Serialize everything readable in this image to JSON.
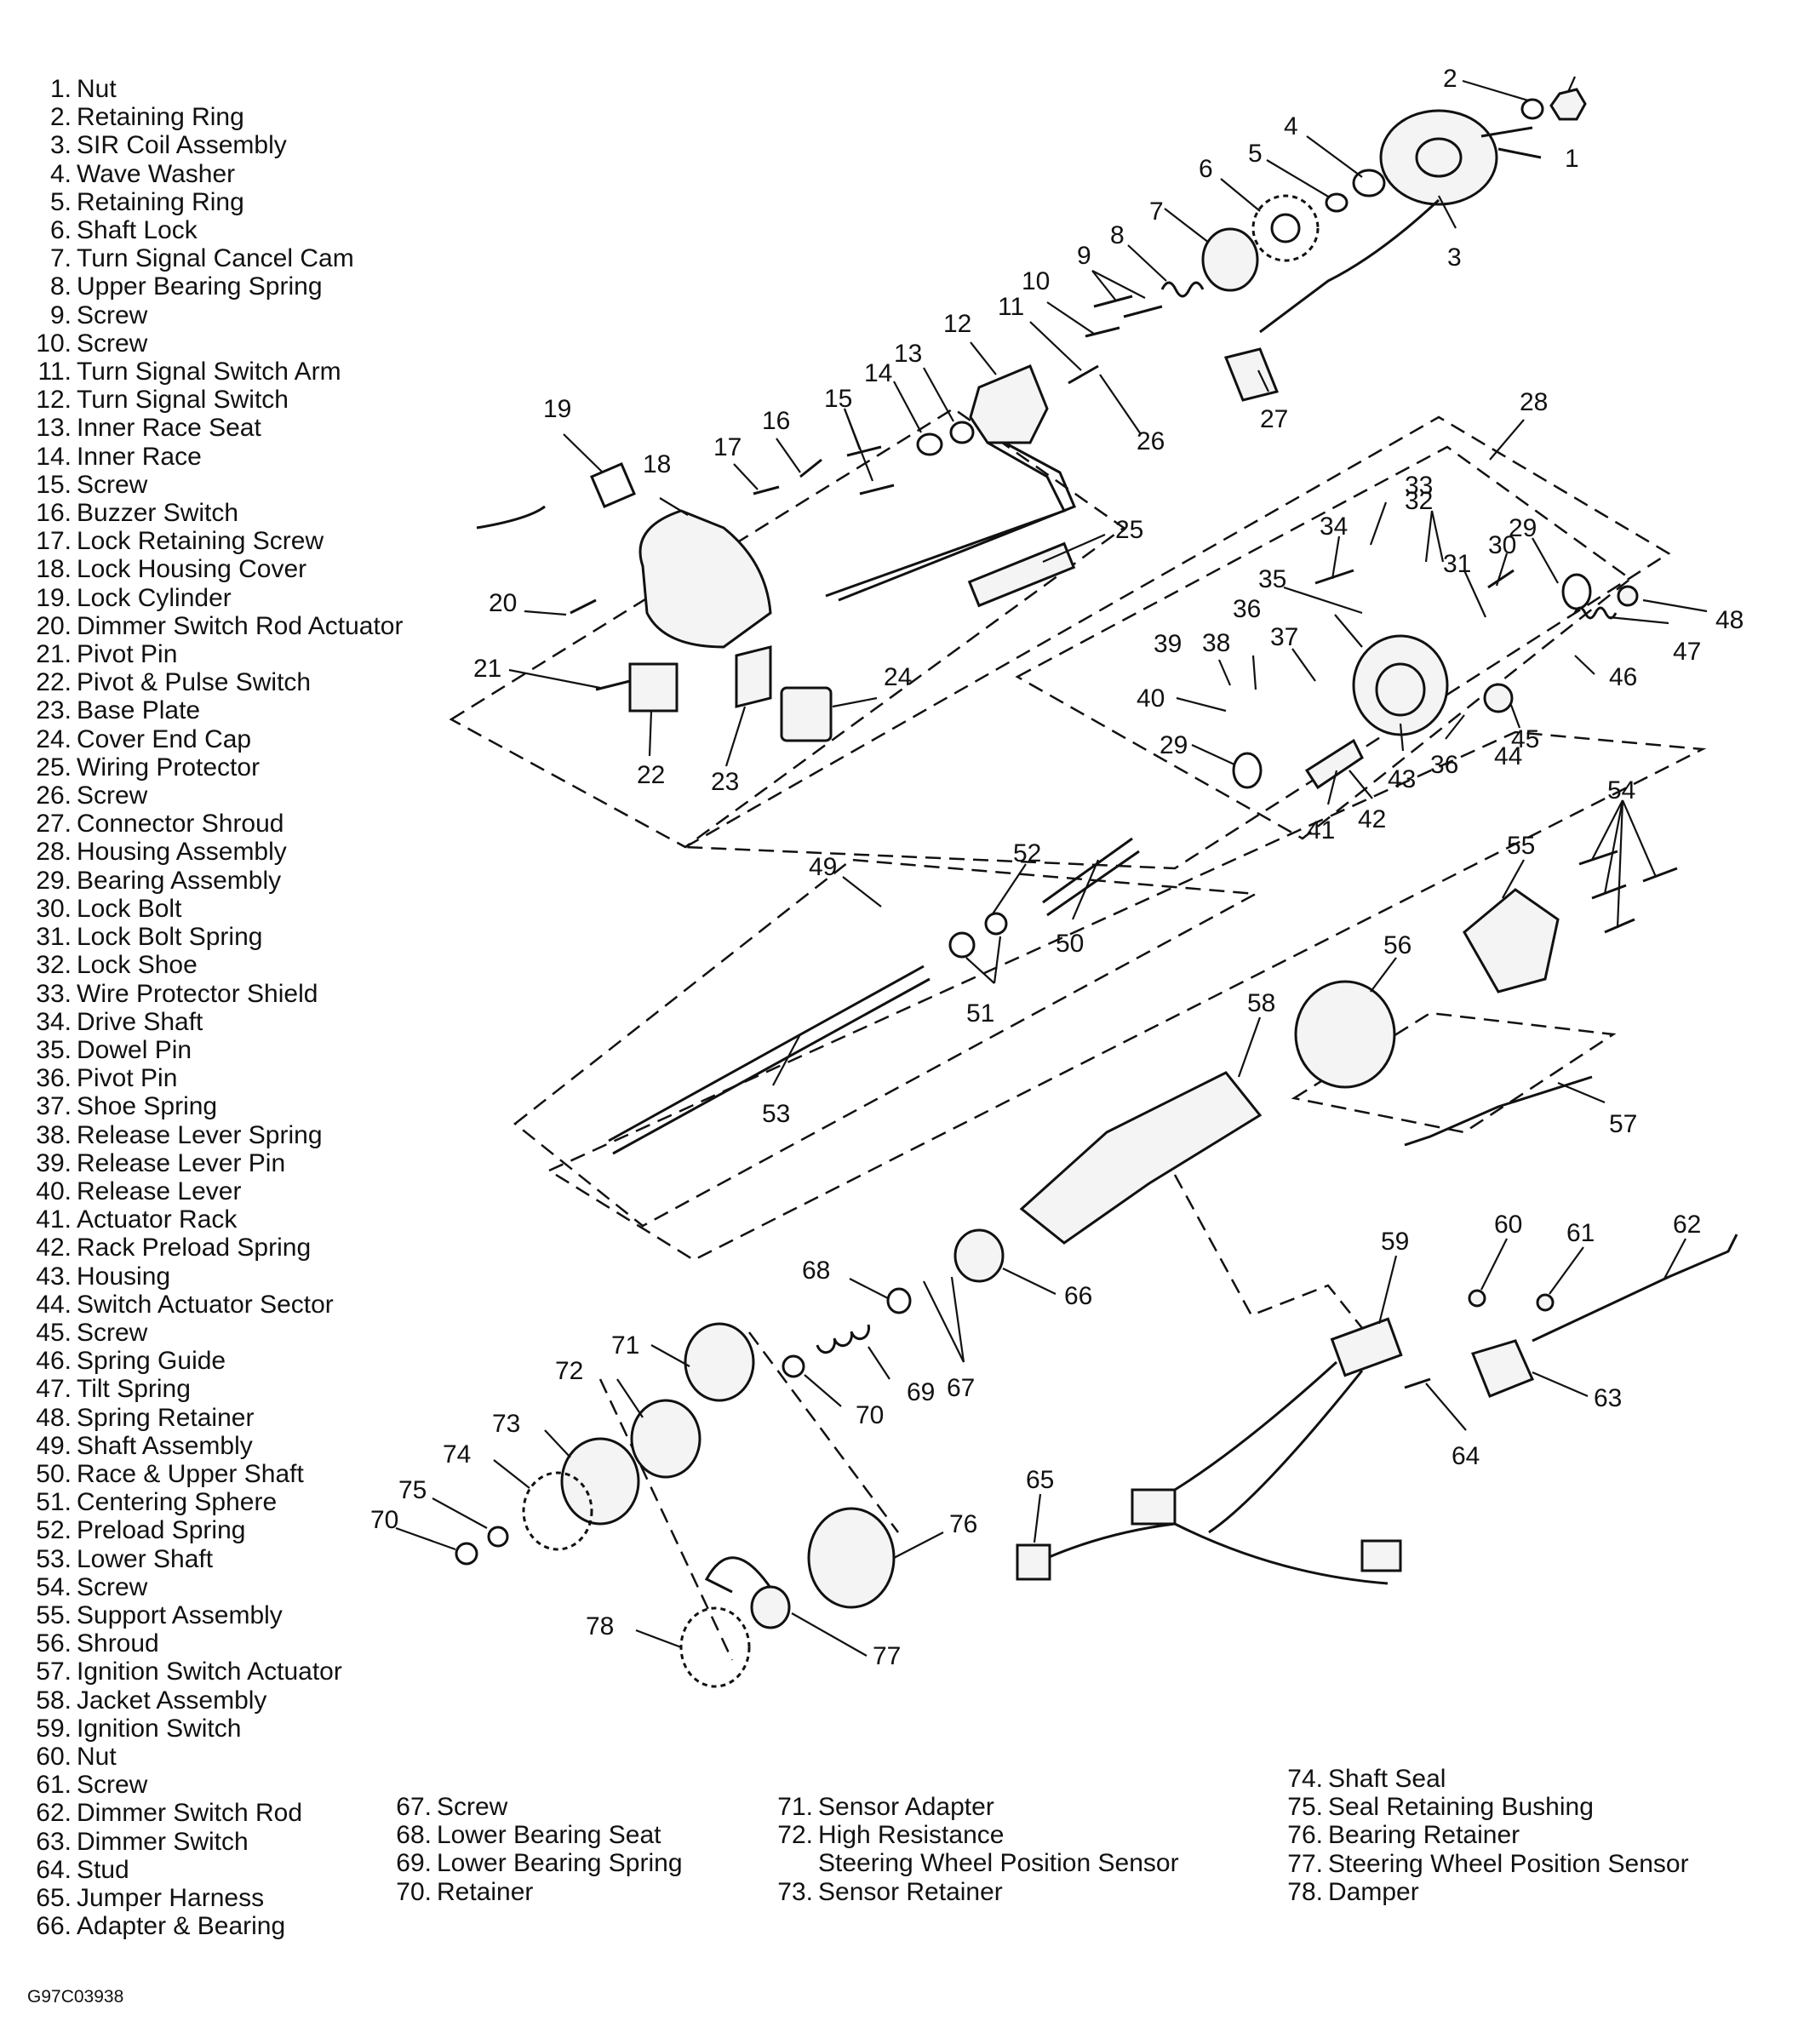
{
  "legend_left": [
    {
      "num": "1.",
      "label": "Nut"
    },
    {
      "num": "2.",
      "label": "Retaining Ring"
    },
    {
      "num": "3.",
      "label": "SIR Coil Assembly"
    },
    {
      "num": "4.",
      "label": "Wave Washer"
    },
    {
      "num": "5.",
      "label": "Retaining Ring"
    },
    {
      "num": "6.",
      "label": "Shaft Lock"
    },
    {
      "num": "7.",
      "label": "Turn Signal Cancel Cam"
    },
    {
      "num": "8.",
      "label": "Upper Bearing Spring"
    },
    {
      "num": "9.",
      "label": "Screw"
    },
    {
      "num": "10.",
      "label": "Screw"
    },
    {
      "num": "11.",
      "label": "Turn Signal Switch Arm"
    },
    {
      "num": "12.",
      "label": "Turn Signal Switch"
    },
    {
      "num": "13.",
      "label": "Inner Race Seat"
    },
    {
      "num": "14.",
      "label": "Inner Race"
    },
    {
      "num": "15.",
      "label": "Screw"
    },
    {
      "num": "16.",
      "label": "Buzzer Switch"
    },
    {
      "num": "17.",
      "label": "Lock Retaining Screw"
    },
    {
      "num": "18.",
      "label": "Lock Housing Cover"
    },
    {
      "num": "19.",
      "label": "Lock Cylinder"
    },
    {
      "num": "20.",
      "label": "Dimmer Switch Rod Actuator"
    },
    {
      "num": "21.",
      "label": "Pivot Pin"
    },
    {
      "num": "22.",
      "label": "Pivot & Pulse Switch"
    },
    {
      "num": "23.",
      "label": "Base Plate"
    },
    {
      "num": "24.",
      "label": "Cover End Cap"
    },
    {
      "num": "25.",
      "label": "Wiring Protector"
    },
    {
      "num": "26.",
      "label": "Screw"
    },
    {
      "num": "27.",
      "label": "Connector Shroud"
    },
    {
      "num": "28.",
      "label": "Housing Assembly"
    },
    {
      "num": "29.",
      "label": "Bearing Assembly"
    },
    {
      "num": "30.",
      "label": "Lock Bolt"
    },
    {
      "num": "31.",
      "label": "Lock Bolt Spring"
    },
    {
      "num": "32.",
      "label": "Lock Shoe"
    },
    {
      "num": "33.",
      "label": "Wire Protector Shield"
    },
    {
      "num": "34.",
      "label": "Drive Shaft"
    },
    {
      "num": "35.",
      "label": "Dowel Pin"
    },
    {
      "num": "36.",
      "label": "Pivot Pin"
    },
    {
      "num": "37.",
      "label": "Shoe Spring"
    },
    {
      "num": "38.",
      "label": "Release Lever Spring"
    },
    {
      "num": "39.",
      "label": "Release Lever Pin"
    },
    {
      "num": "40.",
      "label": "Release Lever"
    },
    {
      "num": "41.",
      "label": "Actuator Rack"
    },
    {
      "num": "42.",
      "label": "Rack Preload Spring"
    },
    {
      "num": "43.",
      "label": "Housing"
    },
    {
      "num": "44.",
      "label": "Switch Actuator Sector"
    },
    {
      "num": "45.",
      "label": "Screw"
    },
    {
      "num": "46.",
      "label": "Spring Guide"
    },
    {
      "num": "47.",
      "label": "Tilt Spring"
    },
    {
      "num": "48.",
      "label": "Spring Retainer"
    },
    {
      "num": "49.",
      "label": "Shaft Assembly"
    },
    {
      "num": "50.",
      "label": "Race & Upper Shaft"
    },
    {
      "num": "51.",
      "label": "Centering Sphere"
    },
    {
      "num": "52.",
      "label": "Preload Spring"
    },
    {
      "num": "53.",
      "label": "Lower Shaft"
    },
    {
      "num": "54.",
      "label": "Screw"
    },
    {
      "num": "55.",
      "label": "Support Assembly"
    },
    {
      "num": "56.",
      "label": "Shroud"
    },
    {
      "num": "57.",
      "label": "Ignition Switch Actuator"
    },
    {
      "num": "58.",
      "label": "Jacket Assembly"
    },
    {
      "num": "59.",
      "label": "Ignition Switch"
    },
    {
      "num": "60.",
      "label": "Nut"
    },
    {
      "num": "61.",
      "label": "Screw"
    },
    {
      "num": "62.",
      "label": "Dimmer Switch Rod"
    },
    {
      "num": "63.",
      "label": "Dimmer Switch"
    },
    {
      "num": "64.",
      "label": "Stud"
    },
    {
      "num": "65.",
      "label": "Jumper Harness"
    },
    {
      "num": "66.",
      "label": "Adapter & Bearing"
    }
  ],
  "legend_bottom": [
    [
      {
        "num": "67.",
        "label": "Screw"
      },
      {
        "num": "68.",
        "label": "Lower Bearing Seat"
      },
      {
        "num": "69.",
        "label": "Lower Bearing Spring"
      },
      {
        "num": "70.",
        "label": "Retainer"
      }
    ],
    [
      {
        "num": "71.",
        "label": "Sensor Adapter"
      },
      {
        "num": "72.",
        "label": "High Resistance"
      },
      {
        "num": "",
        "label": "Steering Wheel Position Sensor"
      },
      {
        "num": "73.",
        "label": "Sensor Retainer"
      }
    ],
    [
      {
        "num": "74.",
        "label": "Shaft Seal"
      },
      {
        "num": "75.",
        "label": "Seal Retaining Bushing"
      },
      {
        "num": "76.",
        "label": "Bearing Retainer"
      },
      {
        "num": "77.",
        "label": "Steering Wheel Position Sensor"
      },
      {
        "num": "78.",
        "label": "Damper"
      }
    ]
  ],
  "callouts": [
    "1",
    "2",
    "3",
    "4",
    "5",
    "6",
    "7",
    "8",
    "9",
    "10",
    "11",
    "12",
    "13",
    "14",
    "15",
    "16",
    "17",
    "18",
    "19",
    "20",
    "21",
    "22",
    "23",
    "24",
    "25",
    "26",
    "27",
    "28",
    "29",
    "29",
    "30",
    "31",
    "32",
    "33",
    "34",
    "35",
    "36",
    "36",
    "37",
    "38",
    "39",
    "40",
    "41",
    "42",
    "43",
    "44",
    "45",
    "46",
    "47",
    "48",
    "49",
    "50",
    "51",
    "52",
    "53",
    "54",
    "55",
    "56",
    "57",
    "58",
    "59",
    "60",
    "61",
    "62",
    "63",
    "64",
    "65",
    "66",
    "67",
    "68",
    "69",
    "70",
    "70",
    "71",
    "72",
    "73",
    "74",
    "75",
    "76",
    "77",
    "78"
  ],
  "figure_code": "G97C03938"
}
